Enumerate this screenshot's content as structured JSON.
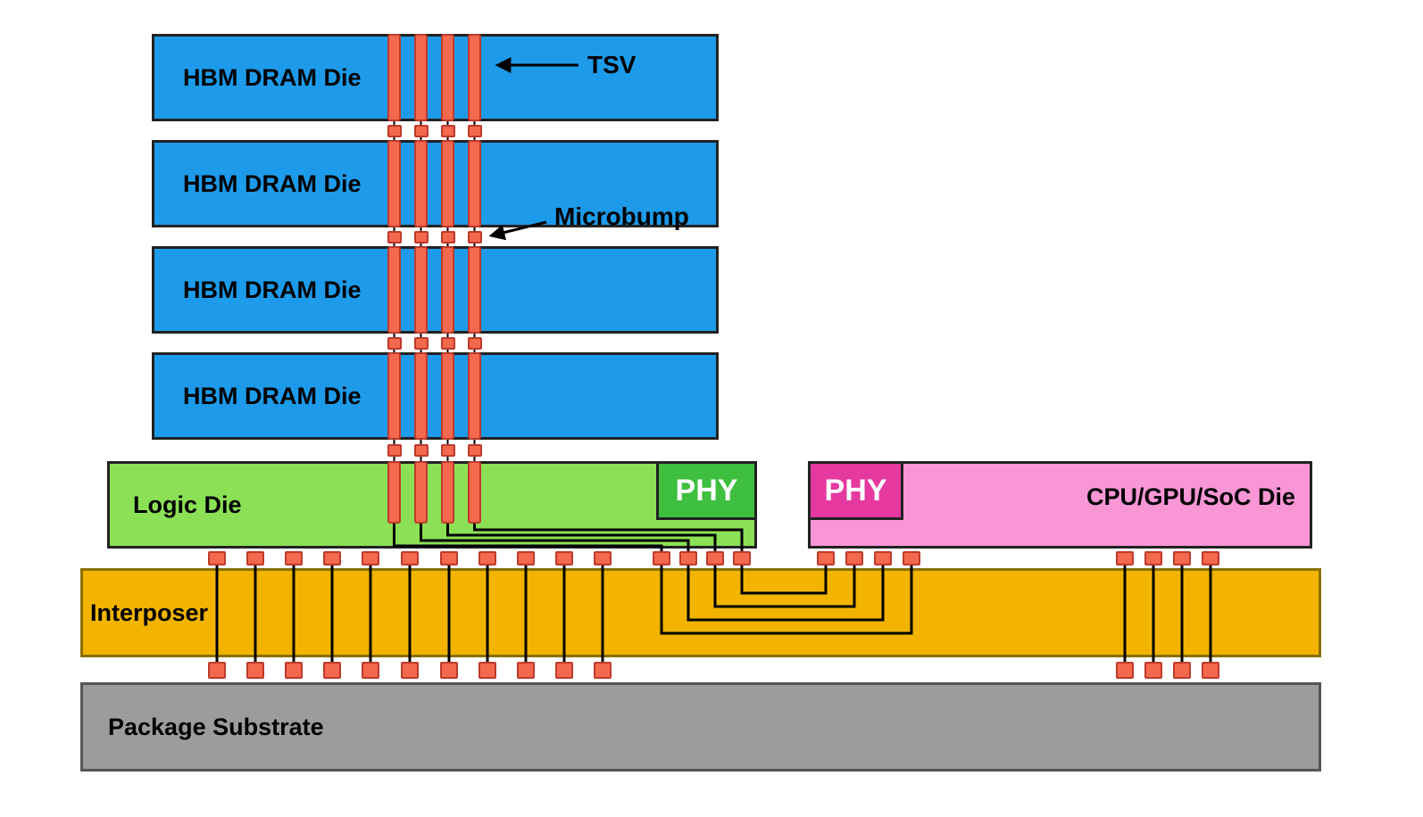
{
  "diagram": {
    "hbm_die_label": "HBM DRAM Die",
    "hbm_die_count": 4,
    "logic_die_label": "Logic Die",
    "phy_label": "PHY",
    "cpu_die_label": "CPU/GPU/SoC Die",
    "interposer_label": "Interposer",
    "substrate_label": "Package Substrate",
    "annotations": {
      "tsv": "TSV",
      "microbump": "Microbump"
    },
    "colors": {
      "hbm_die": "#1d9bea",
      "logic_die": "#8be055",
      "logic_phy": "#3fbf3f",
      "cpu_die": "#f996d6",
      "cpu_phy": "#e6399f",
      "interposer": "#f2b400",
      "interposer_border": "#8a7000",
      "substrate": "#9c9c9c",
      "substrate_border": "#555555",
      "bump_fill": "#f4694e",
      "bump_stroke": "#bf3a2b",
      "die_border": "#222222",
      "line": "#000000"
    }
  }
}
